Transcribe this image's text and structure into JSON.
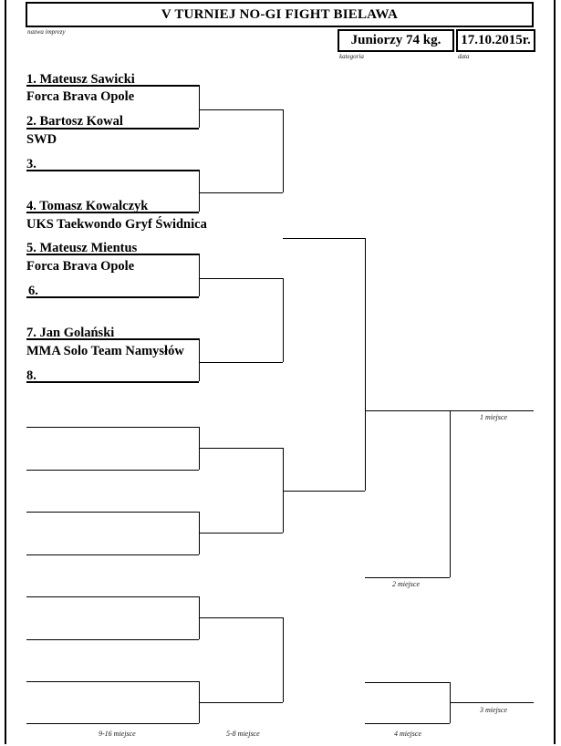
{
  "header": {
    "title": "V TURNIEJ NO-GI FIGHT BIELAWA",
    "title_caption": "nazwa imprezy",
    "category": "Juniorzy 74 kg.",
    "category_caption": "kategoria",
    "date": "17.10.2015r.",
    "date_caption": "data"
  },
  "bracket": {
    "type": "single-elimination-16",
    "entries": [
      {
        "slot": 1,
        "number": "1.",
        "name": "Mateusz Sawicki",
        "club": "Forca Brava Opole"
      },
      {
        "slot": 2,
        "number": "2.",
        "name": "Bartosz Kowal",
        "club": "SWD"
      },
      {
        "slot": 3,
        "number": "3.",
        "name": "",
        "club": ""
      },
      {
        "slot": 4,
        "number": "4.",
        "name": "Tomasz Kowalczyk",
        "club": "UKS Taekwondo Gryf Świdnica"
      },
      {
        "slot": 5,
        "number": "5.",
        "name": "Mateusz Mientus",
        "club": "Forca Brava Opole"
      },
      {
        "slot": 6,
        "number": "6.",
        "name": "",
        "club": ""
      },
      {
        "slot": 7,
        "number": "7.",
        "name": "Jan Golański",
        "club": "MMA Solo Team Namysłów"
      },
      {
        "slot": 8,
        "number": "8.",
        "name": "",
        "club": ""
      },
      {
        "slot": 9,
        "number": "",
        "name": "",
        "club": ""
      },
      {
        "slot": 10,
        "number": "",
        "name": "",
        "club": ""
      },
      {
        "slot": 11,
        "number": "",
        "name": "",
        "club": ""
      },
      {
        "slot": 12,
        "number": "",
        "name": "",
        "club": ""
      },
      {
        "slot": 13,
        "number": "",
        "name": "",
        "club": ""
      },
      {
        "slot": 14,
        "number": "",
        "name": "",
        "club": ""
      },
      {
        "slot": 15,
        "number": "",
        "name": "",
        "club": ""
      },
      {
        "slot": 16,
        "number": "",
        "name": "",
        "club": ""
      }
    ],
    "entry_labels": {
      "e1_num": "1.",
      "e1_name": "Mateusz Sawicki",
      "e1_club": "Forca Brava Opole",
      "e2_num": "2.",
      "e2_name": "Bartosz Kowal",
      "e2_club": "SWD",
      "e3_num": "3.",
      "e3_name": "",
      "e3_club": "",
      "e4_num": "4.",
      "e4_name": "Tomasz Kowalczyk",
      "e4_club": "UKS Taekwondo Gryf Świdnica",
      "e5_num": "5.",
      "e5_name": "Mateusz Mientus",
      "e5_club": "Forca Brava Opole",
      "e6_num": "6.",
      "e6_name": "",
      "e6_club": "",
      "e7_num": "7.",
      "e7_name": "Jan Golański",
      "e7_club": "MMA Solo Team Namysłów",
      "e8_num": "8.",
      "e8_name": "",
      "e8_club": ""
    },
    "line1": "1. Mateusz Sawicki",
    "line2": "Forca Brava Opole",
    "line3": "2. Bartosz Kowal",
    "line4": "SWD",
    "line5": "3.",
    "line6": "4. Tomasz Kowalczyk",
    "line7": "UKS Taekwondo Gryf Świdnica",
    "line8": "5. Mateusz Mientus",
    "line9": "Forca Brava Opole",
    "line10": "6.",
    "line11": "7. Jan Golański",
    "line12": "MMA Solo Team Namysłów",
    "line13": "8."
  },
  "places": {
    "first": "1 miejsce",
    "second": "2 miejsce",
    "third": "3 miejsce",
    "fourth": "4 miejsce",
    "fifth_eighth": "5-8 miejsce",
    "ninth_sixteenth": "9-16 miejsce"
  },
  "colors": {
    "ink": "#000000",
    "paper": "#ffffff"
  }
}
